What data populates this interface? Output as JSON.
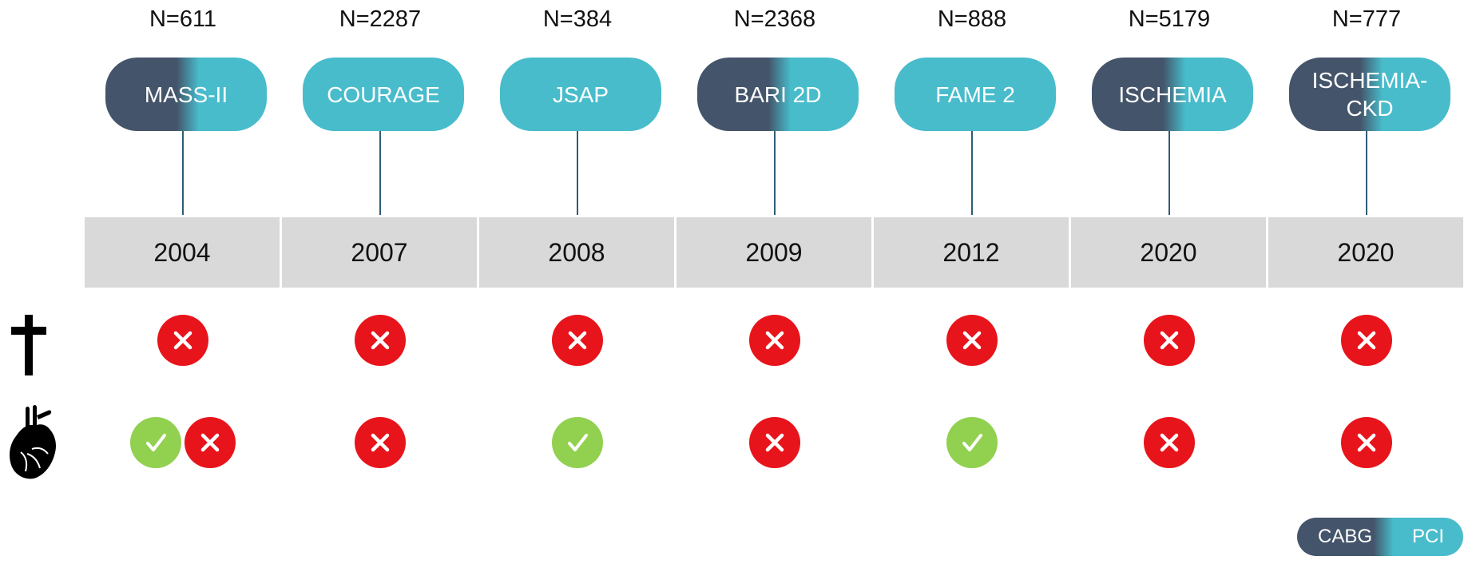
{
  "row_icons": {
    "mortality": "dagger-icon",
    "cardiac_events": "anatomical-heart-icon"
  },
  "colors": {
    "cabg": "#44546A",
    "pci": "#48BCCB",
    "negative": "#E8141B",
    "positive": "#92D050",
    "year_band": "#D9D9D9",
    "connector": "#2F5C74"
  },
  "trials": [
    {
      "n": "N=611",
      "name": "MASS-II",
      "pill_style": "both",
      "year": "2004",
      "mortality": [
        "cross"
      ],
      "cardiac_events": [
        "check",
        "cross"
      ]
    },
    {
      "n": "N=2287",
      "name": "COURAGE",
      "pill_style": "pci",
      "year": "2007",
      "mortality": [
        "cross"
      ],
      "cardiac_events": [
        "cross"
      ]
    },
    {
      "n": "N=384",
      "name": "JSAP",
      "pill_style": "pci",
      "year": "2008",
      "mortality": [
        "cross"
      ],
      "cardiac_events": [
        "check"
      ]
    },
    {
      "n": "N=2368",
      "name": "BARI 2D",
      "pill_style": "both",
      "year": "2009",
      "mortality": [
        "cross"
      ],
      "cardiac_events": [
        "cross"
      ]
    },
    {
      "n": "N=888",
      "name": "FAME 2",
      "pill_style": "pci",
      "year": "2012",
      "mortality": [
        "cross"
      ],
      "cardiac_events": [
        "check"
      ]
    },
    {
      "n": "N=5179",
      "name": "ISCHEMIA",
      "pill_style": "both",
      "year": "2020",
      "mortality": [
        "cross"
      ],
      "cardiac_events": [
        "cross"
      ]
    },
    {
      "n": "N=777",
      "name": "ISCHEMIA-\nCKD",
      "pill_style": "both",
      "year": "2020",
      "mortality": [
        "cross"
      ],
      "cardiac_events": [
        "cross"
      ]
    }
  ],
  "legend": {
    "cabg_label": "CABG",
    "pci_label": "PCI"
  }
}
